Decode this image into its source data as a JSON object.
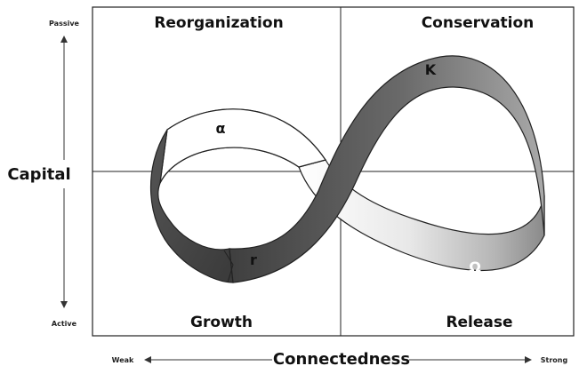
{
  "quadrants": {
    "top_left": "Reorganization",
    "top_right": "Conservation",
    "bottom_left": "Growth",
    "bottom_right": "Release"
  },
  "y_axis": {
    "title": "Capital",
    "top": "Passive",
    "bottom": "Active"
  },
  "x_axis": {
    "title": "Connectedness",
    "left": "Weak",
    "right": "Strong"
  },
  "phases": {
    "alpha": "α",
    "r": "r",
    "K": "K",
    "omega": "Ω"
  },
  "colors": {
    "band_dark": "#6f6f6f",
    "band_light": "#ffffff",
    "frame": "#222222"
  }
}
